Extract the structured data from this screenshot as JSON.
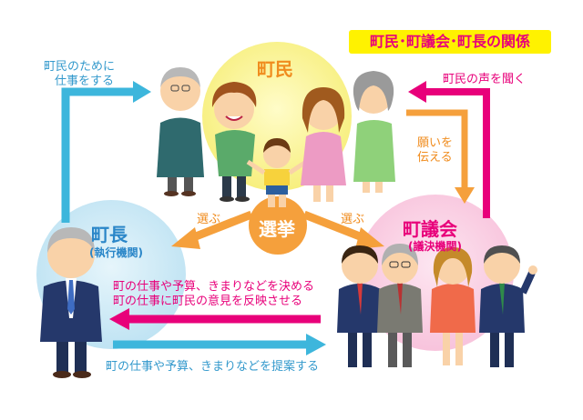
{
  "title": "町民･町議会･町長の関係",
  "nodes": {
    "residents": {
      "label": "町民"
    },
    "mayor": {
      "label": "町長",
      "sublabel": "(執行機関)"
    },
    "council": {
      "label": "町議会",
      "sublabel": "(議決機関)"
    },
    "election": {
      "label": "選挙"
    }
  },
  "edges": {
    "mayor_to_residents": {
      "line1": "町民のために",
      "line2": "仕事をする"
    },
    "council_from_residents": {
      "label": "町民の声を聞く"
    },
    "residents_to_council": {
      "line1": "願いを",
      "line2": "伝える"
    },
    "elect_mayor": {
      "label": "選ぶ"
    },
    "elect_council": {
      "label": "選ぶ"
    },
    "council_to_mayor": {
      "line1": "町の仕事や予算、きまりなどを決める",
      "line2": "町の仕事に町民の意見を反映させる"
    },
    "mayor_to_council": {
      "label": "町の仕事や予算、きまりなどを提案する"
    }
  },
  "colors": {
    "blue_arrow": "#3db6dc",
    "pink_arrow": "#e8007a",
    "orange_arrow": "#f5a03c",
    "residents_circle": "#fbf59a",
    "mayor_circle": "#cdeaf6",
    "council_circle": "#fbd3e6",
    "title_bg": "#fff200"
  }
}
